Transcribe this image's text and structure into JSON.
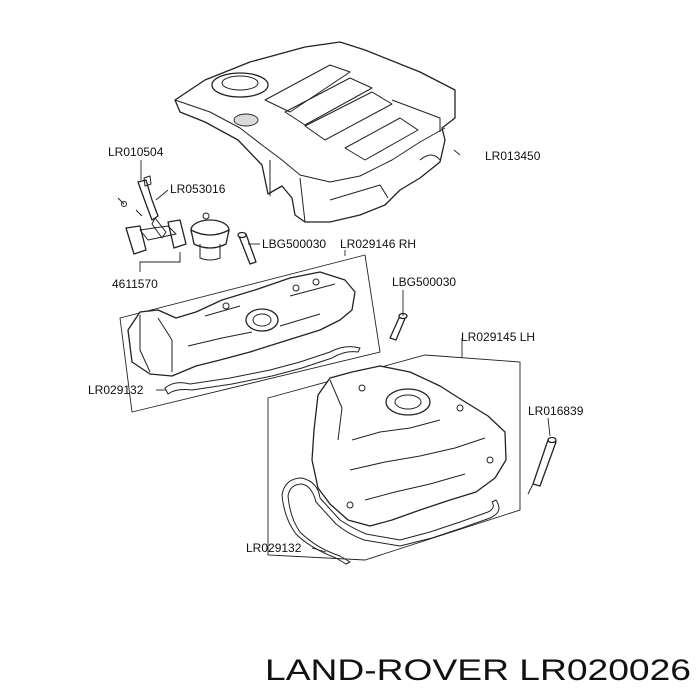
{
  "labels": {
    "engine_cover": "LR013450",
    "dipstick": "LR010504",
    "oil_cap": "LR053016",
    "bolt_rh": "LBG500030",
    "valve_cover_rh": "LR029146 RH",
    "grommets": "4611570",
    "bolt_lh": "LBG500030",
    "valve_cover_lh": "LR029145 LH",
    "gasket_rh": "LR029132",
    "sensor": "LR016839",
    "gasket_lh": "LR029132"
  },
  "footer": {
    "title": "LAND-ROVER LR020026"
  }
}
